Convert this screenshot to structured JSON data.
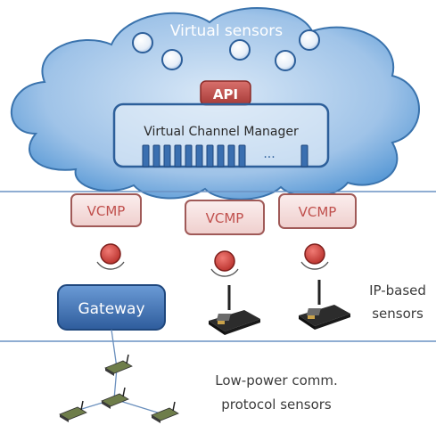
{
  "diagram": {
    "cloud_title": "Virtual sensors",
    "api_label": "API",
    "vcm_label": "Virtual Channel Manager",
    "vcm_ellipsis": "...",
    "vcmp_labels": [
      "VCMP",
      "VCMP",
      "VCMP"
    ],
    "gateway_label": "Gateway",
    "ip_sensors_label_line1": "IP-based",
    "ip_sensors_label_line2": "sensors",
    "lowpower_label_line1": "Low-power comm.",
    "lowpower_label_line2": "protocol sensors"
  },
  "colors": {
    "cloud_fill": "#5a9ad6",
    "cloud_stroke": "#3a73ad",
    "api_fill": "#c0504d",
    "vcmp_fill": "#f2dcdb",
    "vcmp_stroke": "#a05a58",
    "gateway_fill": "#3f6fb2",
    "node_fill": "#d03b36",
    "divider": "#6a92c4"
  },
  "icons": [
    "bubble-icon",
    "antenna-node-icon",
    "sensor-board-icon"
  ]
}
